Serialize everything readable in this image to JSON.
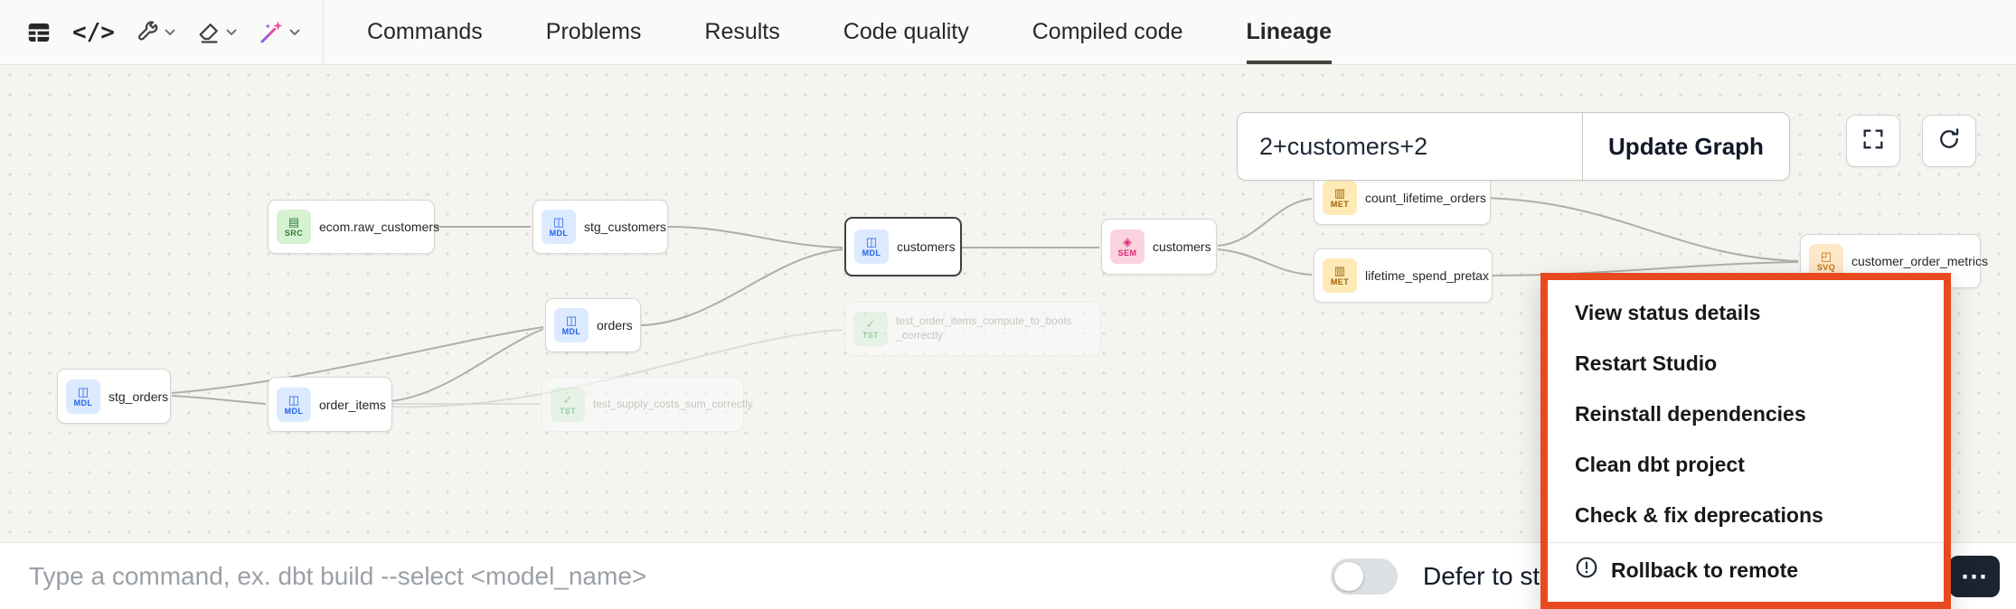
{
  "colors": {
    "menu_highlight": "#E8491F"
  },
  "toolbar": {
    "code_icon_glyph": "</>",
    "tabs": [
      {
        "label": "Commands"
      },
      {
        "label": "Problems"
      },
      {
        "label": "Results"
      },
      {
        "label": "Code quality"
      },
      {
        "label": "Compiled code"
      },
      {
        "label": "Lineage"
      }
    ],
    "active_tab": "Lineage"
  },
  "graph": {
    "selector_value": "2+customers+2",
    "update_button_label": "Update Graph",
    "badge_icons": {
      "SRC": "▤",
      "MDL": "◫",
      "SEM": "◈",
      "MET": "▥",
      "TST": "✓",
      "SVQ": "◰"
    },
    "nodes": [
      {
        "label": "ecom.raw_customers",
        "type": "SRC"
      },
      {
        "label": "stg_customers",
        "type": "MDL"
      },
      {
        "label": "customers",
        "type": "MDL"
      },
      {
        "label": "customers",
        "type": "SEM"
      },
      {
        "label": "count_lifetime_orders",
        "type": "MET"
      },
      {
        "label": "lifetime_spend_pretax",
        "type": "MET"
      },
      {
        "label": "customer_order_metrics",
        "type": "SVQ"
      },
      {
        "label": "orders",
        "type": "MDL"
      },
      {
        "label": "stg_orders",
        "type": "MDL"
      },
      {
        "label": "order_items",
        "type": "MDL"
      },
      {
        "label": "test_order_items_compute_to_bools _correctly",
        "type": "TST"
      },
      {
        "label": "test_supply_costs_sum_correctly",
        "type": "TST"
      }
    ]
  },
  "menu": {
    "items": [
      "View status details",
      "Restart Studio",
      "Reinstall dependencies",
      "Clean dbt project",
      "Check & fix deprecations"
    ],
    "rollback_label": "Rollback to remote"
  },
  "bottom": {
    "command_placeholder": "Type a command, ex. dbt build --select <model_name>",
    "defer_label": "Defer to sta",
    "more_label": "⋯"
  }
}
